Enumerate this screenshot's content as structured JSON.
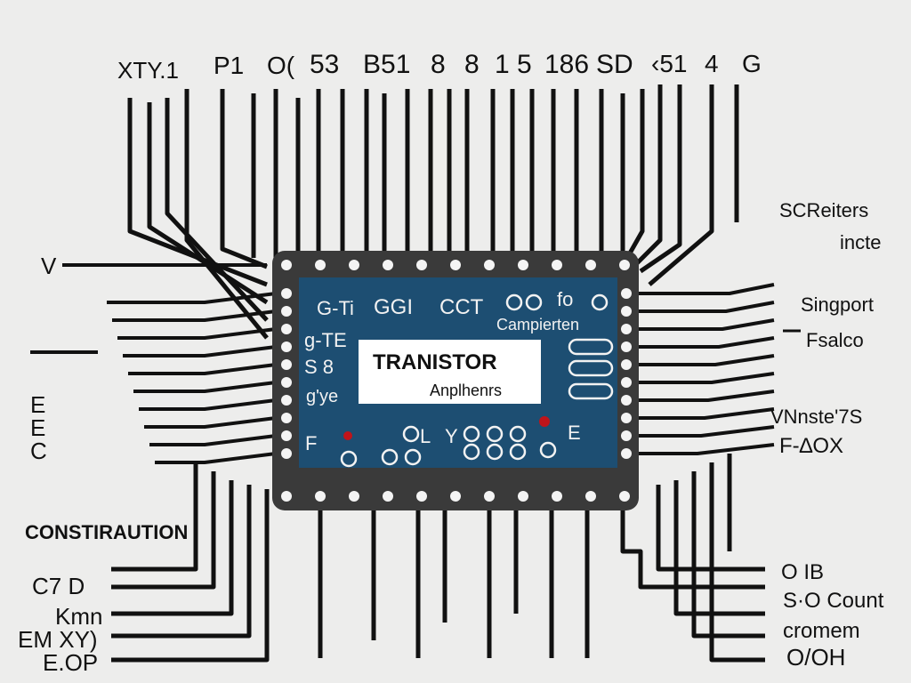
{
  "top_labels": [
    "XTY.1",
    "P1",
    "O(",
    "53",
    "B51",
    "8",
    "8",
    "1 5",
    "186",
    "SD",
    "‹51",
    "4",
    "G"
  ],
  "right_labels": [
    "SCReiters",
    "incte",
    "Singport",
    "Fsalco",
    "VNnste'7S",
    "F-∆OX"
  ],
  "right_bottom_labels": [
    "O IB",
    "S·O Count",
    "cromem",
    "O/OH"
  ],
  "left_labels": [
    "V",
    "E",
    "E",
    "C"
  ],
  "construction_label": "CONSTIRAUTION",
  "left_bottom_labels": [
    "C7 D",
    "Kmn",
    "EM XY)",
    "E.OP"
  ],
  "board": {
    "top_row": [
      "G-Ti",
      "GGI",
      "CCT",
      "fo"
    ],
    "subtitle": "Campierten",
    "left_col": [
      "g-TE",
      "S 8",
      "g'ye"
    ],
    "title": "TRANISTOR",
    "title_sub": "Anplhenrs",
    "bottom_labels": [
      "F",
      "L",
      "Y",
      "E"
    ]
  },
  "colors": {
    "board": "#1d4e72",
    "frame": "#3a3a3a",
    "ink": "#111111",
    "background": "#ededec",
    "led": "#c0141a"
  }
}
